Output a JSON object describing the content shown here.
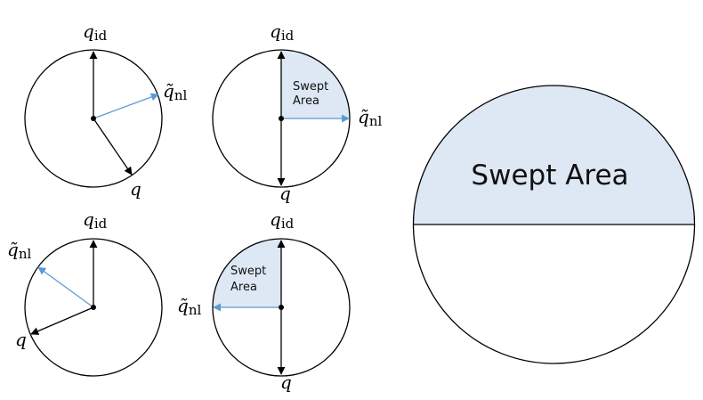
{
  "colors": {
    "circle_stroke": "#000000",
    "arrow_black": "#000000",
    "arrow_blue": "#5b9bd5",
    "swept_fill": "#dde8f4"
  },
  "labels": {
    "q_id_base": "q",
    "q_id_sub": "id",
    "q_nl_base": "q̃",
    "q_nl_sub": "nl",
    "q": "q"
  },
  "swept_area": {
    "line1": "Swept",
    "line2": "Area",
    "large": "Swept Area"
  }
}
